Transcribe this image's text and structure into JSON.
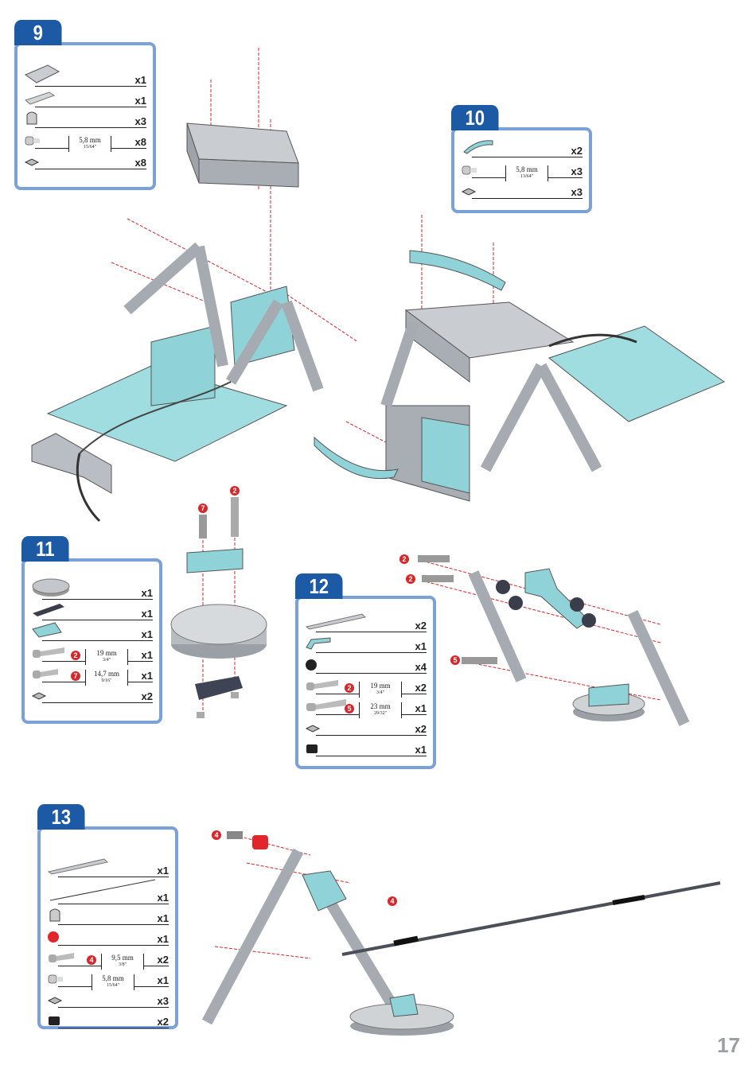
{
  "page_number": "17",
  "steps": [
    {
      "number": "9",
      "parts": [
        {
          "icon": "flanged-plate-icon",
          "qty": "x1"
        },
        {
          "icon": "angle-bracket-icon",
          "qty": "x1"
        },
        {
          "icon": "double-bracket-icon",
          "qty": "x3"
        },
        {
          "icon": "short-screw-icon",
          "qty": "x8",
          "size": "5,8 mm",
          "size_in": "15/64\""
        },
        {
          "icon": "square-nut-icon",
          "qty": "x8"
        }
      ]
    },
    {
      "number": "10",
      "parts": [
        {
          "icon": "curved-strip-icon",
          "qty": "x2"
        },
        {
          "icon": "short-screw-icon",
          "qty": "x3",
          "size": "5,8 mm",
          "size_in": "13/64\""
        },
        {
          "icon": "square-nut-icon",
          "qty": "x3"
        }
      ]
    },
    {
      "number": "11",
      "parts": [
        {
          "icon": "wheel-disc-icon",
          "qty": "x1"
        },
        {
          "icon": "coupler-strip-icon",
          "qty": "x1"
        },
        {
          "icon": "u-bracket-icon",
          "qty": "x1"
        },
        {
          "icon": "long-screw-icon",
          "qty": "x1",
          "callout": "2",
          "size": "19 mm",
          "size_in": "3/4\""
        },
        {
          "icon": "medium-screw-icon",
          "qty": "x1",
          "callout": "7",
          "size": "14,7 mm",
          "size_in": "9/16\""
        },
        {
          "icon": "square-nut-icon",
          "qty": "x2"
        }
      ]
    },
    {
      "number": "12",
      "parts": [
        {
          "icon": "straight-strip-icon",
          "qty": "x2"
        },
        {
          "icon": "l-strip-icon",
          "qty": "x1"
        },
        {
          "icon": "spacer-icon",
          "qty": "x4"
        },
        {
          "icon": "long-screw-icon",
          "qty": "x2",
          "callout": "2",
          "size": "19 mm",
          "size_in": "3/4\""
        },
        {
          "icon": "extra-long-screw-icon",
          "qty": "x1",
          "callout": "5",
          "size": "23 mm",
          "size_in": "29/32\""
        },
        {
          "icon": "square-nut-icon",
          "qty": "x2"
        },
        {
          "icon": "lock-nut-icon",
          "qty": "x1"
        }
      ]
    },
    {
      "number": "13",
      "parts": [
        {
          "icon": "straight-strip-icon",
          "qty": "x1"
        },
        {
          "icon": "cable-icon",
          "qty": "x1"
        },
        {
          "icon": "double-bracket-icon",
          "qty": "x1"
        },
        {
          "icon": "red-spacer-icon",
          "qty": "x1"
        },
        {
          "icon": "medium-screw-icon",
          "qty": "x2",
          "callout": "4",
          "size": "9,5 mm",
          "size_in": "3/8\""
        },
        {
          "icon": "short-screw-icon",
          "qty": "x1",
          "size": "5,8 mm",
          "size_in": "15/64\""
        },
        {
          "icon": "square-nut-icon",
          "qty": "x3"
        },
        {
          "icon": "lock-nut-icon",
          "qty": "x2"
        }
      ]
    }
  ],
  "callouts": {
    "step11": [
      "7",
      "2"
    ],
    "step12": [
      "2",
      "2",
      "5"
    ],
    "step13": [
      "4",
      "4"
    ]
  },
  "colors": {
    "accent": "#1d5aa6",
    "border": "#7aa1d8",
    "teal": "#8fd3d8",
    "metal": "#b9bec4",
    "callout": "#d8262b"
  }
}
